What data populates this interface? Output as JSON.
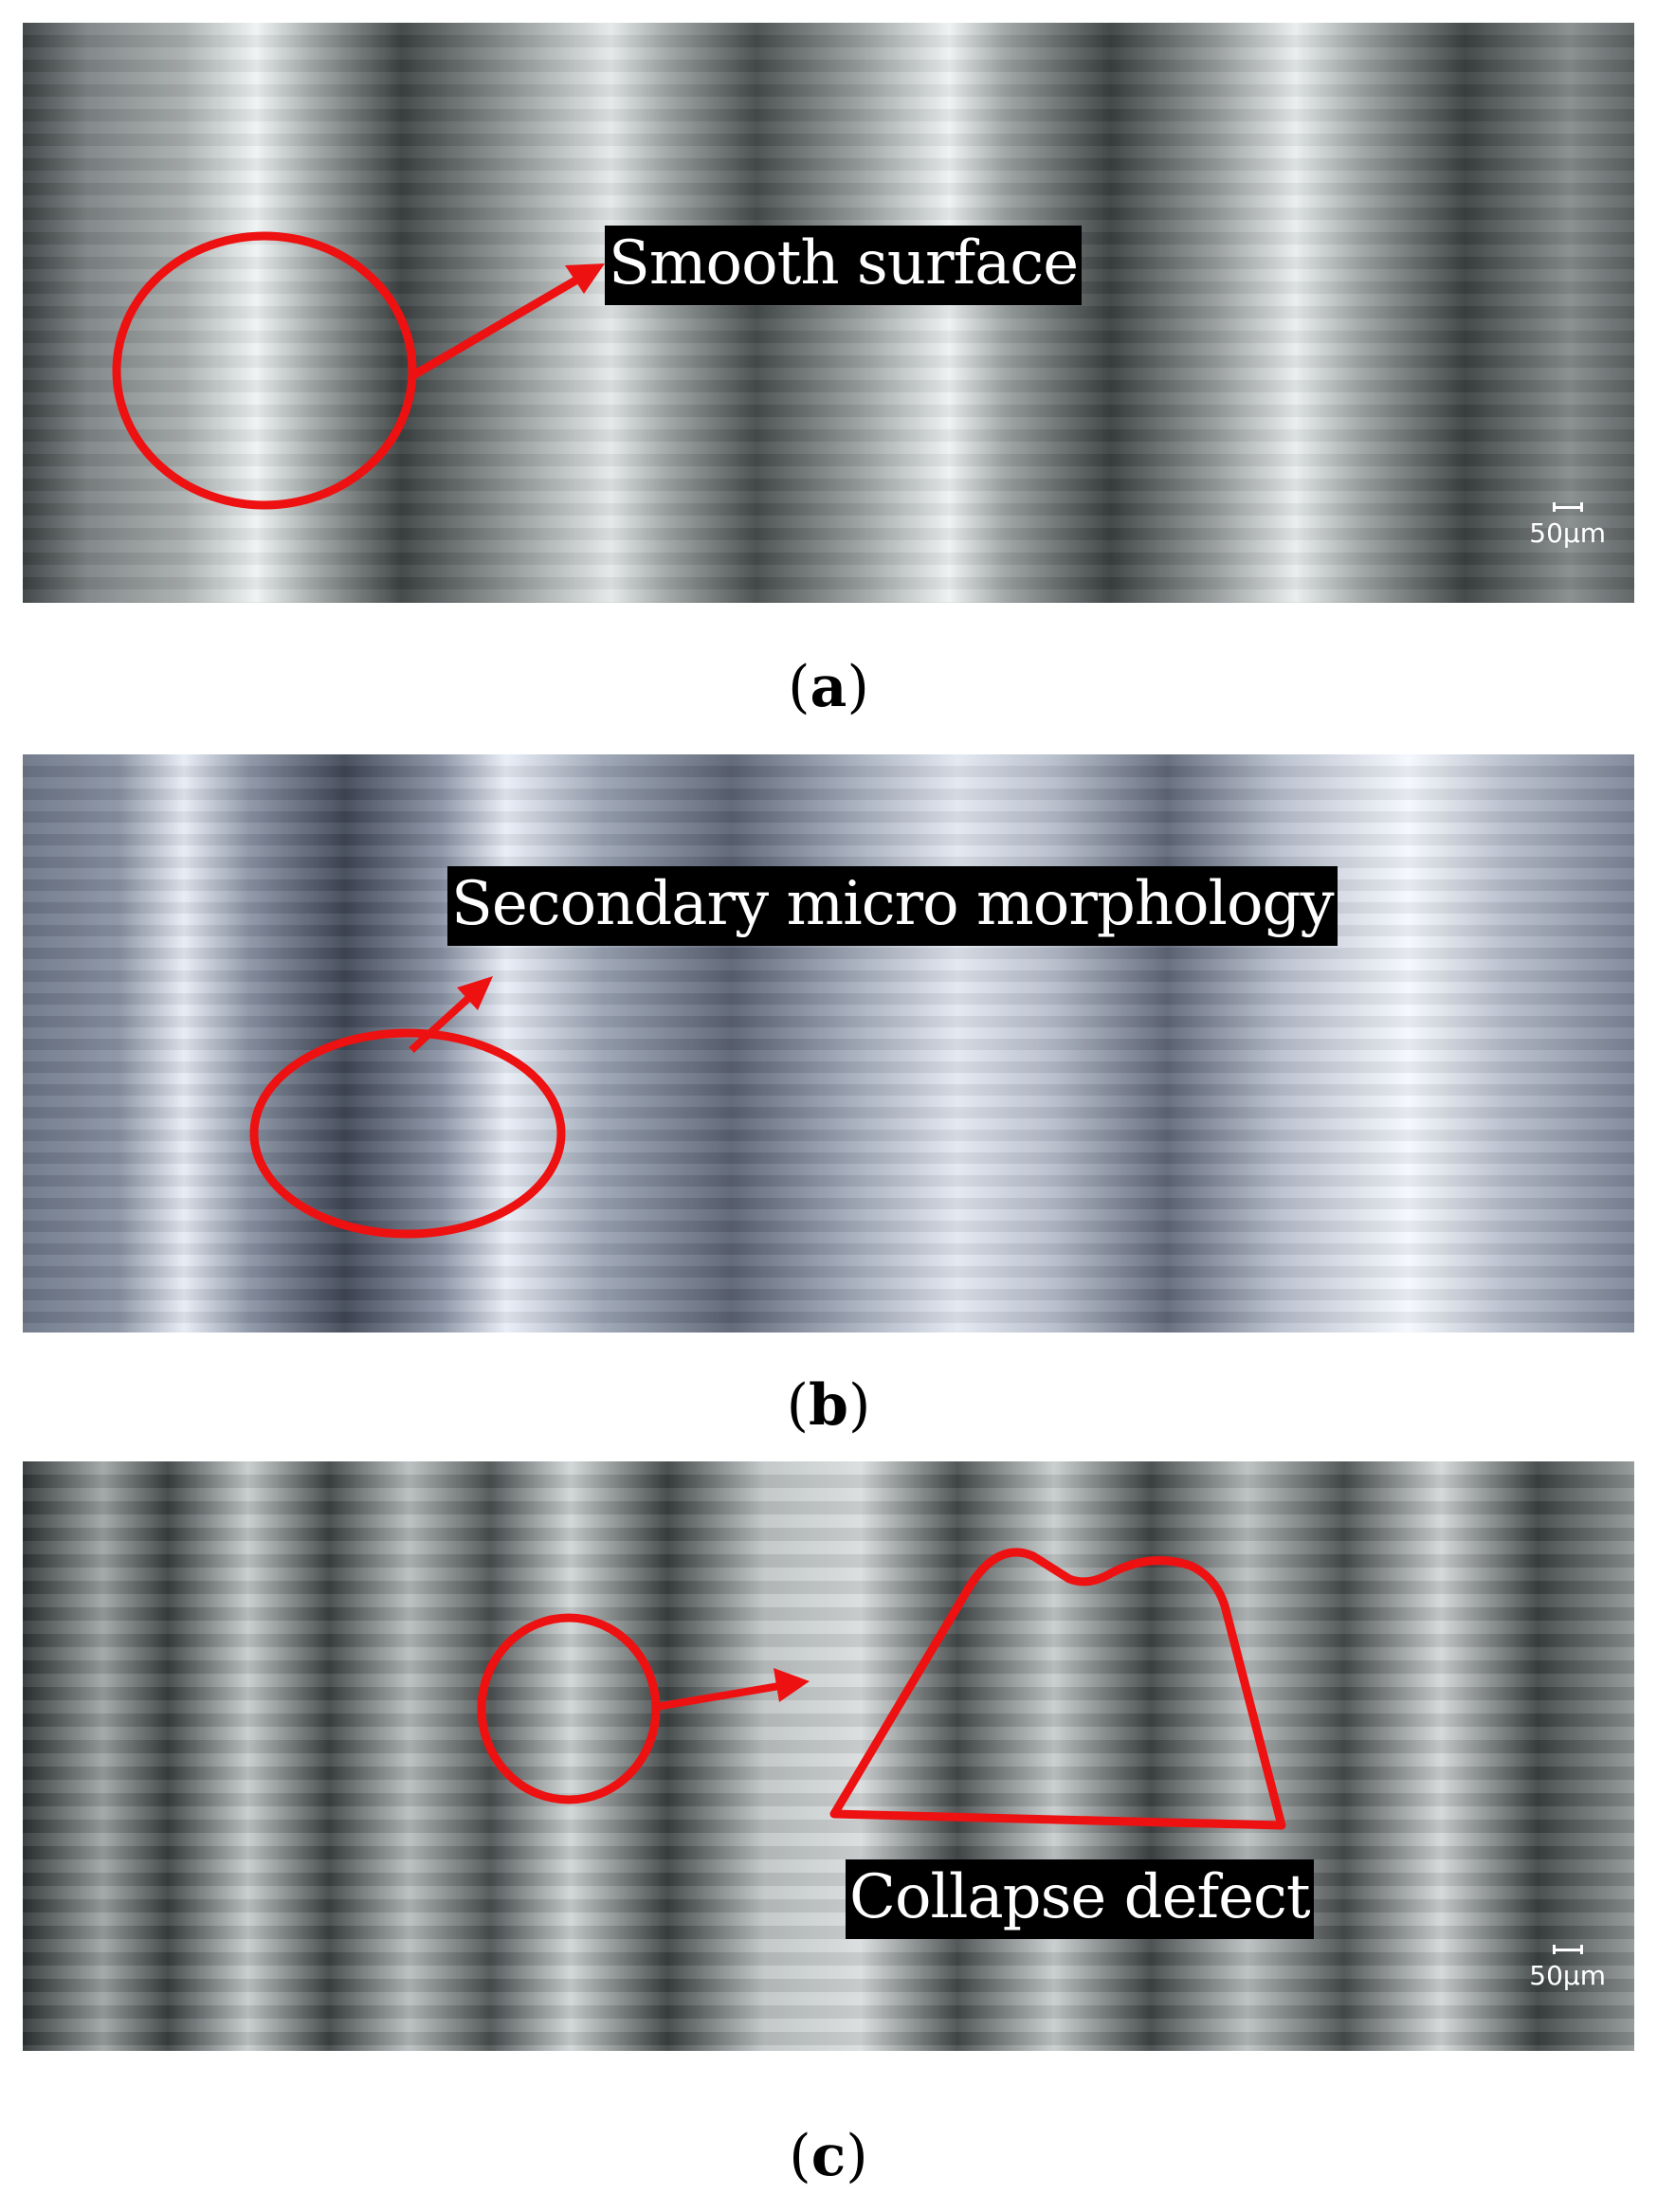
{
  "panels": [
    {
      "id": "a",
      "annotation": "Smooth surface",
      "scale": "50μm",
      "caption_open": "(",
      "caption_letter": "a",
      "caption_close": ")"
    },
    {
      "id": "b",
      "annotation": "Secondary micro morphology",
      "scale": "",
      "caption_open": "(",
      "caption_letter": "b",
      "caption_close": ")"
    },
    {
      "id": "c",
      "annotation": "Collapse defect",
      "scale": "50μm",
      "caption_open": "(",
      "caption_letter": "c",
      "caption_close": ")"
    }
  ],
  "colors": {
    "annotation_red": "#ee1111",
    "label_bg": "#000000",
    "label_text": "#ffffff"
  }
}
